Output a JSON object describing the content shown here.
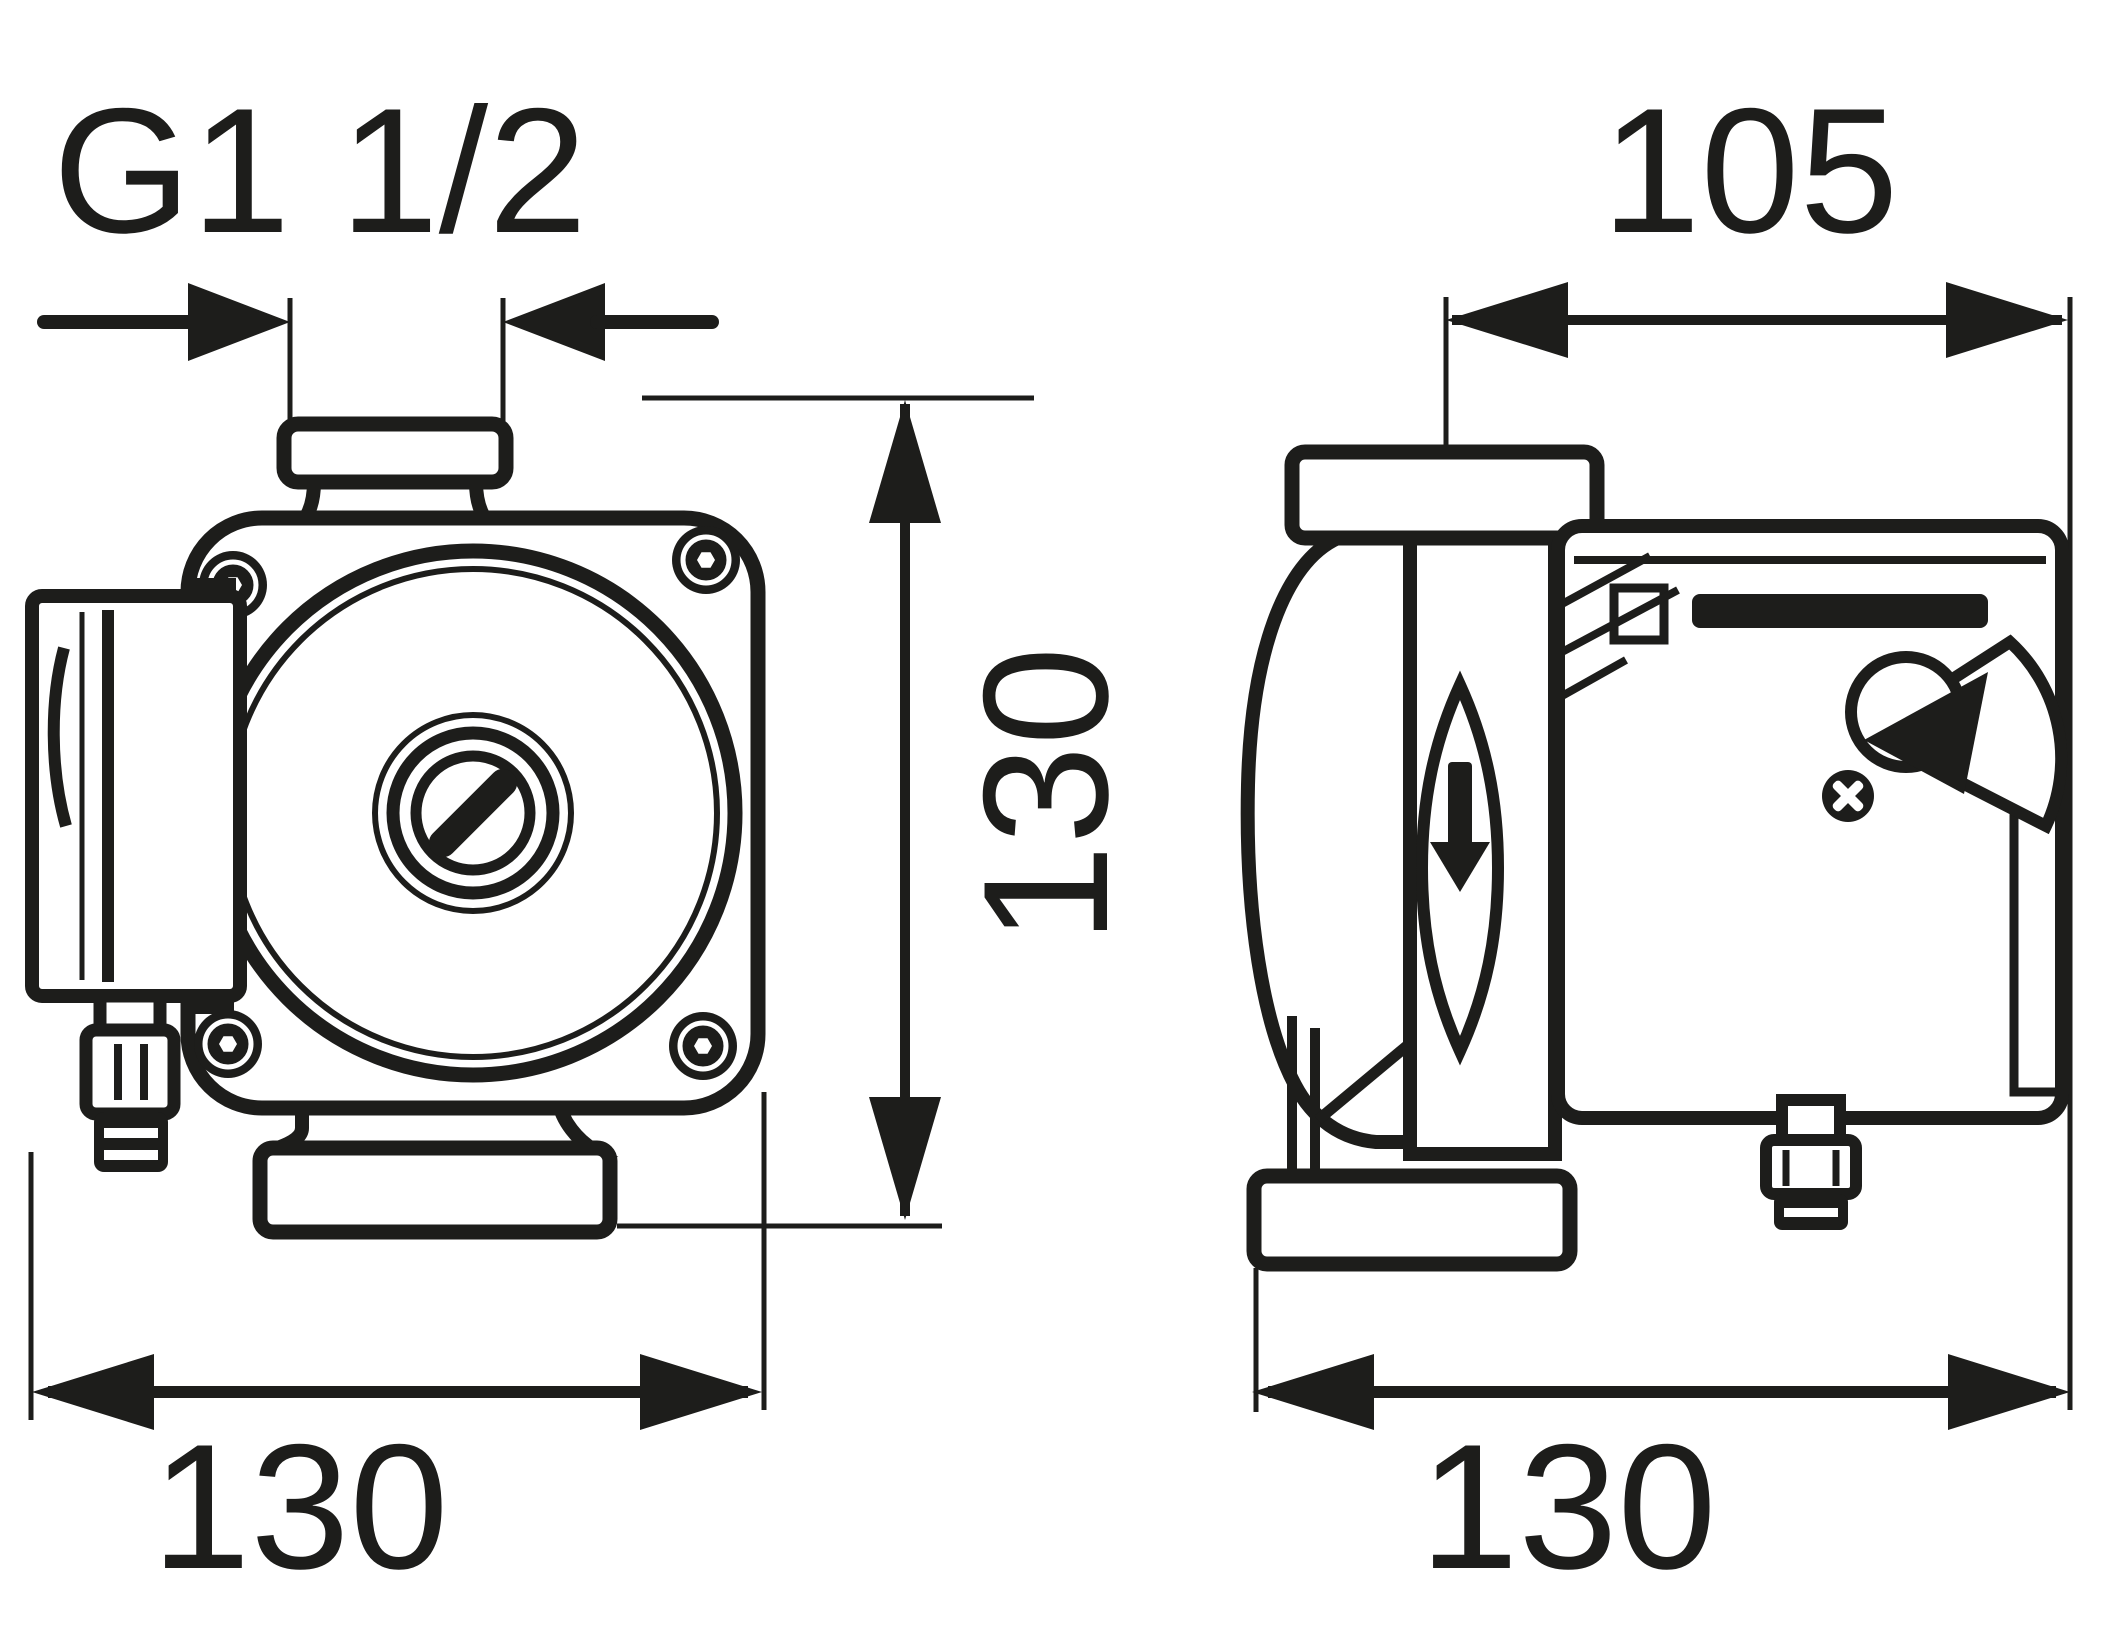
{
  "colors": {
    "ink": "#1d1d1b",
    "background": "#ffffff"
  },
  "views": {
    "front": {
      "dim_thread": "G1 1/2",
      "dim_height": "130",
      "dim_width": "130"
    },
    "side": {
      "dim_depth": "105",
      "dim_width": "130"
    }
  }
}
